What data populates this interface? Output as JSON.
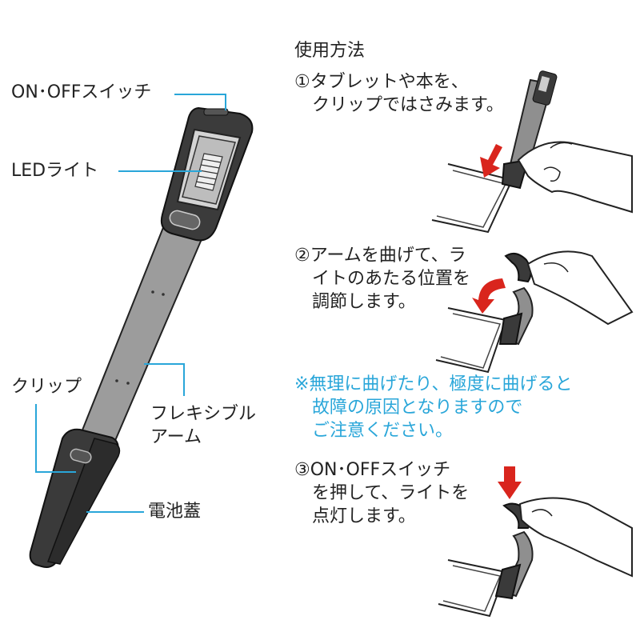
{
  "labels": {
    "switch": "ON･OFFスイッチ",
    "led": "LEDライト",
    "clip": "クリップ",
    "arm": "フレキシブル\nアーム",
    "battery": "電池蓋"
  },
  "instructions": {
    "title": "使用方法",
    "step1": "①タブレットや本を、\n　クリップではさみます。",
    "step2": "②アームを曲げて、ラ\n　イトのあたる位置を\n　調節します。",
    "note": "※無理に曲げたり、極度に曲げると\n　故障の原因となりますので\n　ご注意ください。",
    "step3": "③ON･OFFスイッチ\n　を押して、ライトを\n　点灯します。"
  },
  "colors": {
    "callout": "#29a6d9",
    "arrow": "#d9251d",
    "device": "#3a3a3a",
    "arm": "#9a9a9a"
  }
}
